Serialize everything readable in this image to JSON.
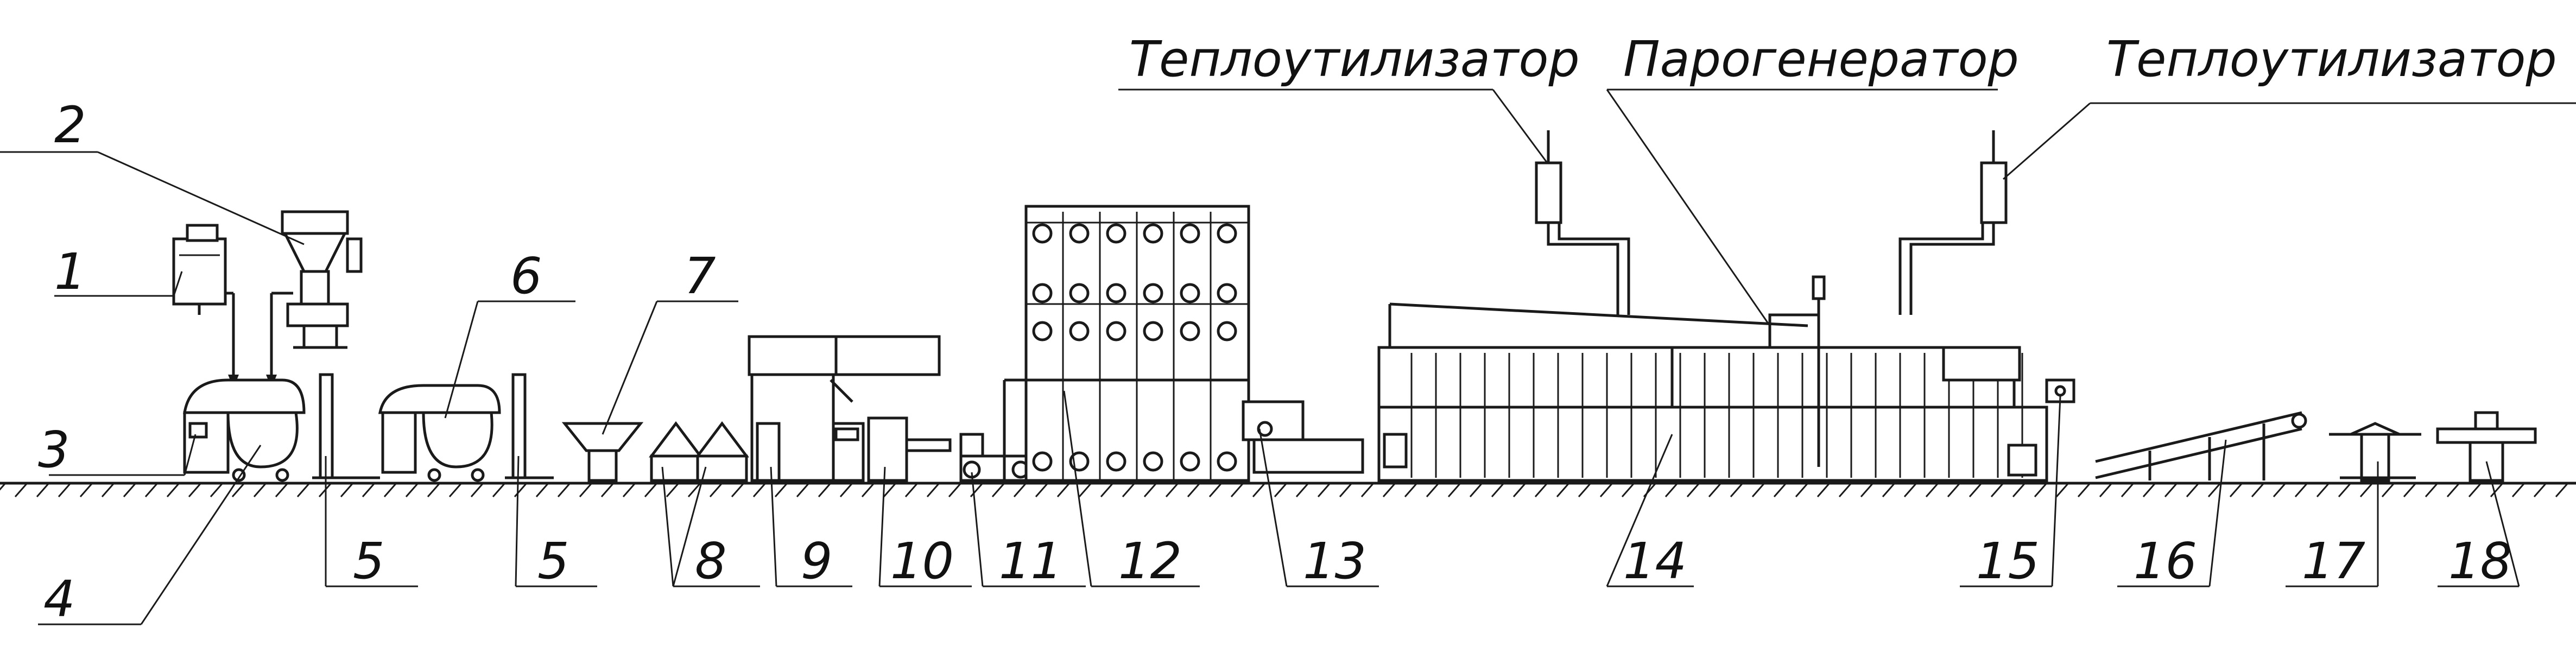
{
  "labels": {
    "heat_recovery_1": "Теплоутилизатор",
    "steam_generator": "Парогенератор",
    "heat_recovery_2": "Теплоутилизатор",
    "n1": "1",
    "n2": "2",
    "n3": "3",
    "n4": "4",
    "n5a": "5",
    "n5b": "5",
    "n6": "6",
    "n7": "7",
    "n8": "8",
    "n9": "9",
    "n10": "10",
    "n11": "11",
    "n12": "12",
    "n13": "13",
    "n14": "14",
    "n15": "15",
    "n16": "16",
    "n17": "17",
    "n18": "18"
  }
}
